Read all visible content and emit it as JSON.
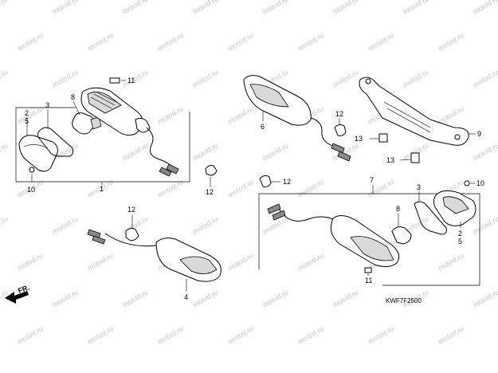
{
  "watermark": "motod.ru",
  "diagram_code": "KWF7F2500",
  "front_label": "FR.",
  "callouts": {
    "c1": "1",
    "c2a": "2",
    "c5a": "5",
    "c3a": "3",
    "c8a": "8",
    "c10": "10",
    "c11a": "11",
    "c12a": "12",
    "c4": "4",
    "c12b": "12",
    "c6": "6",
    "c12c": "12",
    "c13a": "13",
    "c13b": "13",
    "c9": "9",
    "c7": "7",
    "c12d": "12",
    "c3b": "3",
    "c10b": "10",
    "c2b": "2",
    "c5b": "5",
    "c8b": "8",
    "c11b": "11"
  }
}
